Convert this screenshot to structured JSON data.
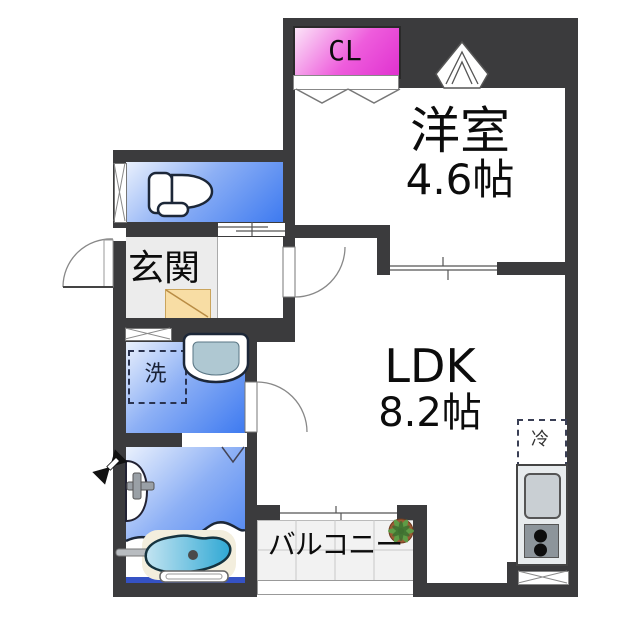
{
  "plan": {
    "type": "apartment-floor-plan",
    "rooms": {
      "western_room": {
        "label": "洋室",
        "size": "4.6帖"
      },
      "ldk": {
        "label": "LDK",
        "size": "8.2帖"
      },
      "entrance": {
        "label": "玄関"
      },
      "closet": {
        "label": "CL"
      },
      "balcony": {
        "label": "バルコニー"
      },
      "laundry_space": {
        "label": "洗"
      },
      "refrigerator_space": {
        "label": "冷"
      }
    },
    "fixtures": {
      "toilet": "toilet",
      "washbasin": "washbasin",
      "bathtub": "bathtub",
      "shower_mixer": "shower-mixer",
      "kitchen_sink": "kitchen-sink",
      "gas_stove": "two-burner-stove",
      "plant": "potted-plant",
      "outdoor_faucet": "outdoor-faucet",
      "shoe_cabinet": "shoe-cabinet"
    },
    "colors": {
      "wall": "#3b3b3d",
      "wet_room_blue_light": "#eaf1fd",
      "wet_room_blue_deep": "#3e7af0",
      "closet_magenta": "#e031d0",
      "bathtub_teal": "#2fa8d4",
      "genkan_floor": "#ececec",
      "shoe_cabinet_tan": "#f8dda4",
      "balcony_gray": "#f2f2f2",
      "bath_base_blue": "#3552c4"
    }
  }
}
